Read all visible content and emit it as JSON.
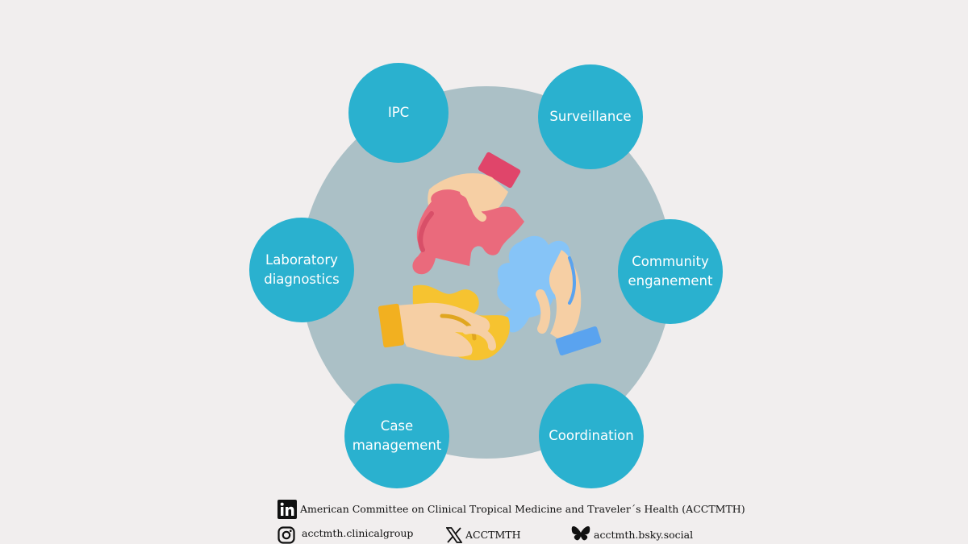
{
  "nodes": {
    "ipc": "IPC",
    "surveillance": "Surveillance",
    "laboratory": "Laboratory\ndiagnostics",
    "community": "Community\nenganement",
    "case_management": "Case\nmanagement",
    "coordination": "Coordination"
  },
  "footer": {
    "organization": "American Committee on Clinical Tropical Medicine and Traveler´s Health (ACCTMTH)",
    "instagram": "acctmth.clinicalgroup",
    "x_handle": "ACCTMTH",
    "bluesky": "acctmth.bsky.social"
  },
  "colors": {
    "background": "#f1eeee",
    "hub": "#abc0c6",
    "node": "#2ab1cf",
    "puzzle_pink": "#ea6a7c",
    "puzzle_yellow": "#f6c330",
    "puzzle_blue": "#86c4f7"
  },
  "icons": [
    "linkedin-icon",
    "instagram-icon",
    "x-icon",
    "bluesky-icon",
    "puzzle-hands-icon"
  ]
}
